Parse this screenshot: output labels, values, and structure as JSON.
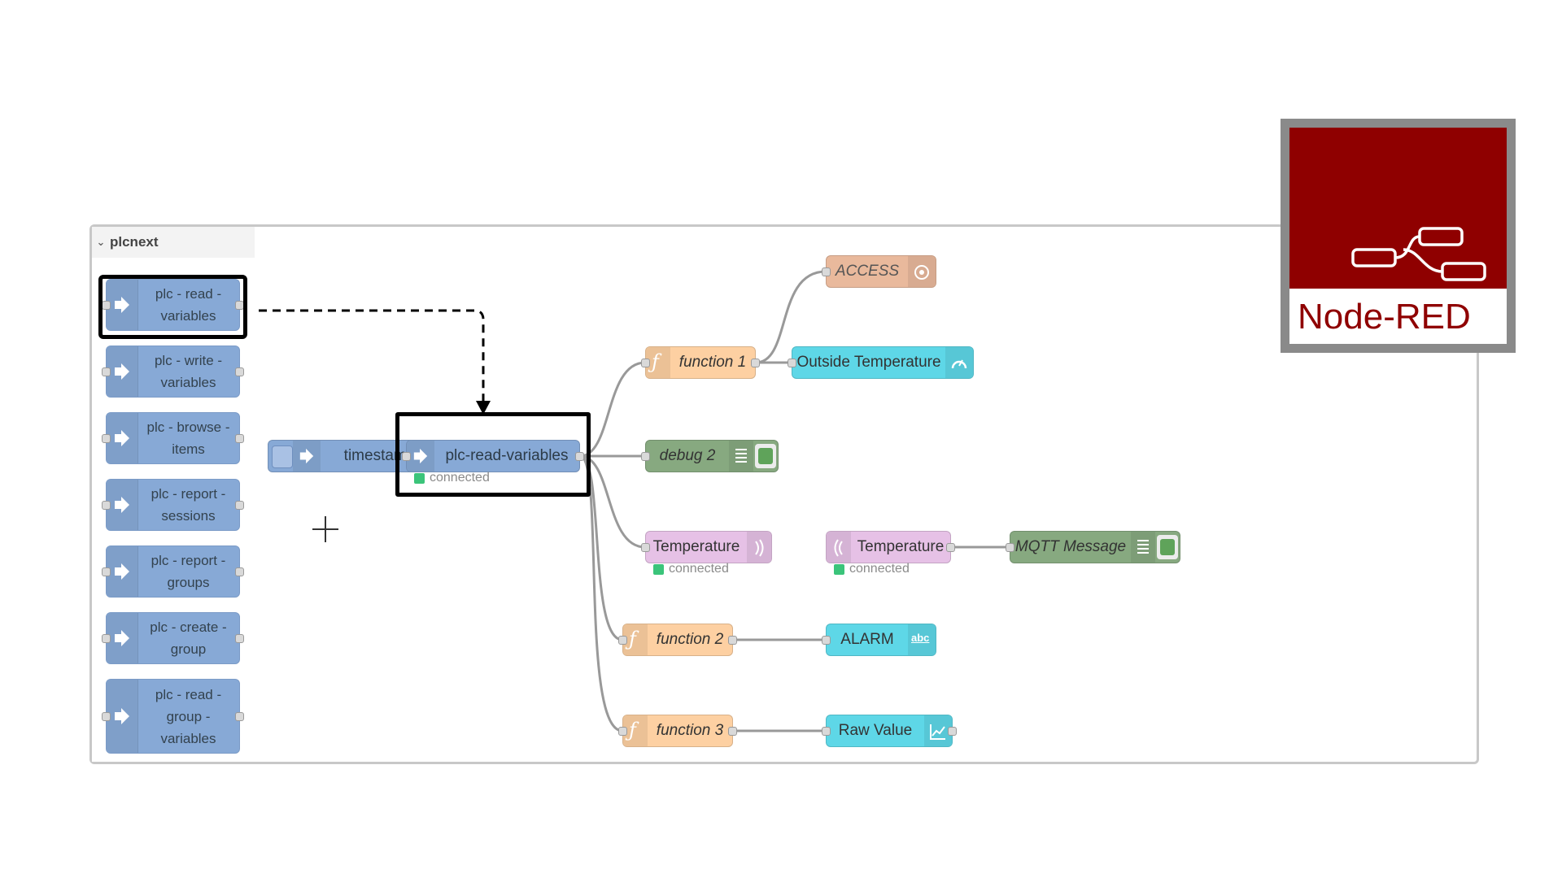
{
  "workspace": {
    "category": "plcnext",
    "palette_nodes": [
      {
        "label": "plc - read -\nvariables"
      },
      {
        "label": "plc - write -\nvariables"
      },
      {
        "label": "plc - browse -\nitems"
      },
      {
        "label": "plc - report -\nsessions"
      },
      {
        "label": "plc - report -\ngroups"
      },
      {
        "label": "plc - create -\ngroup"
      },
      {
        "label": "plc - read -\ngroup -\nvariables"
      }
    ]
  },
  "flow": {
    "timestamp": "timestamp",
    "plc_read_variables": "plc-read-variables",
    "plc_read_status": "connected",
    "function1": "function 1",
    "function2": "function 2",
    "function3": "function 3",
    "access": "ACCESS",
    "outside_temperature": "Outside Temperature",
    "debug2": "debug 2",
    "temperature_out": "Temperature",
    "temperature_out_status": "connected",
    "temperature_in": "Temperature",
    "temperature_in_status": "connected",
    "mqtt_message": "MQTT Message",
    "alarm": "ALARM",
    "raw_value": "Raw Value"
  },
  "logo": {
    "text": "Node-RED"
  },
  "colors": {
    "plc_blue": "#87a9d6",
    "function_orange": "#fdd0a2",
    "ui_cyan": "#5ed7e7",
    "debug_green": "#87a980",
    "mqtt_purple": "#e6c1e6",
    "access_tan": "#e9b99c",
    "status_green": "#3bc47a",
    "brand_red": "#8f0000"
  }
}
